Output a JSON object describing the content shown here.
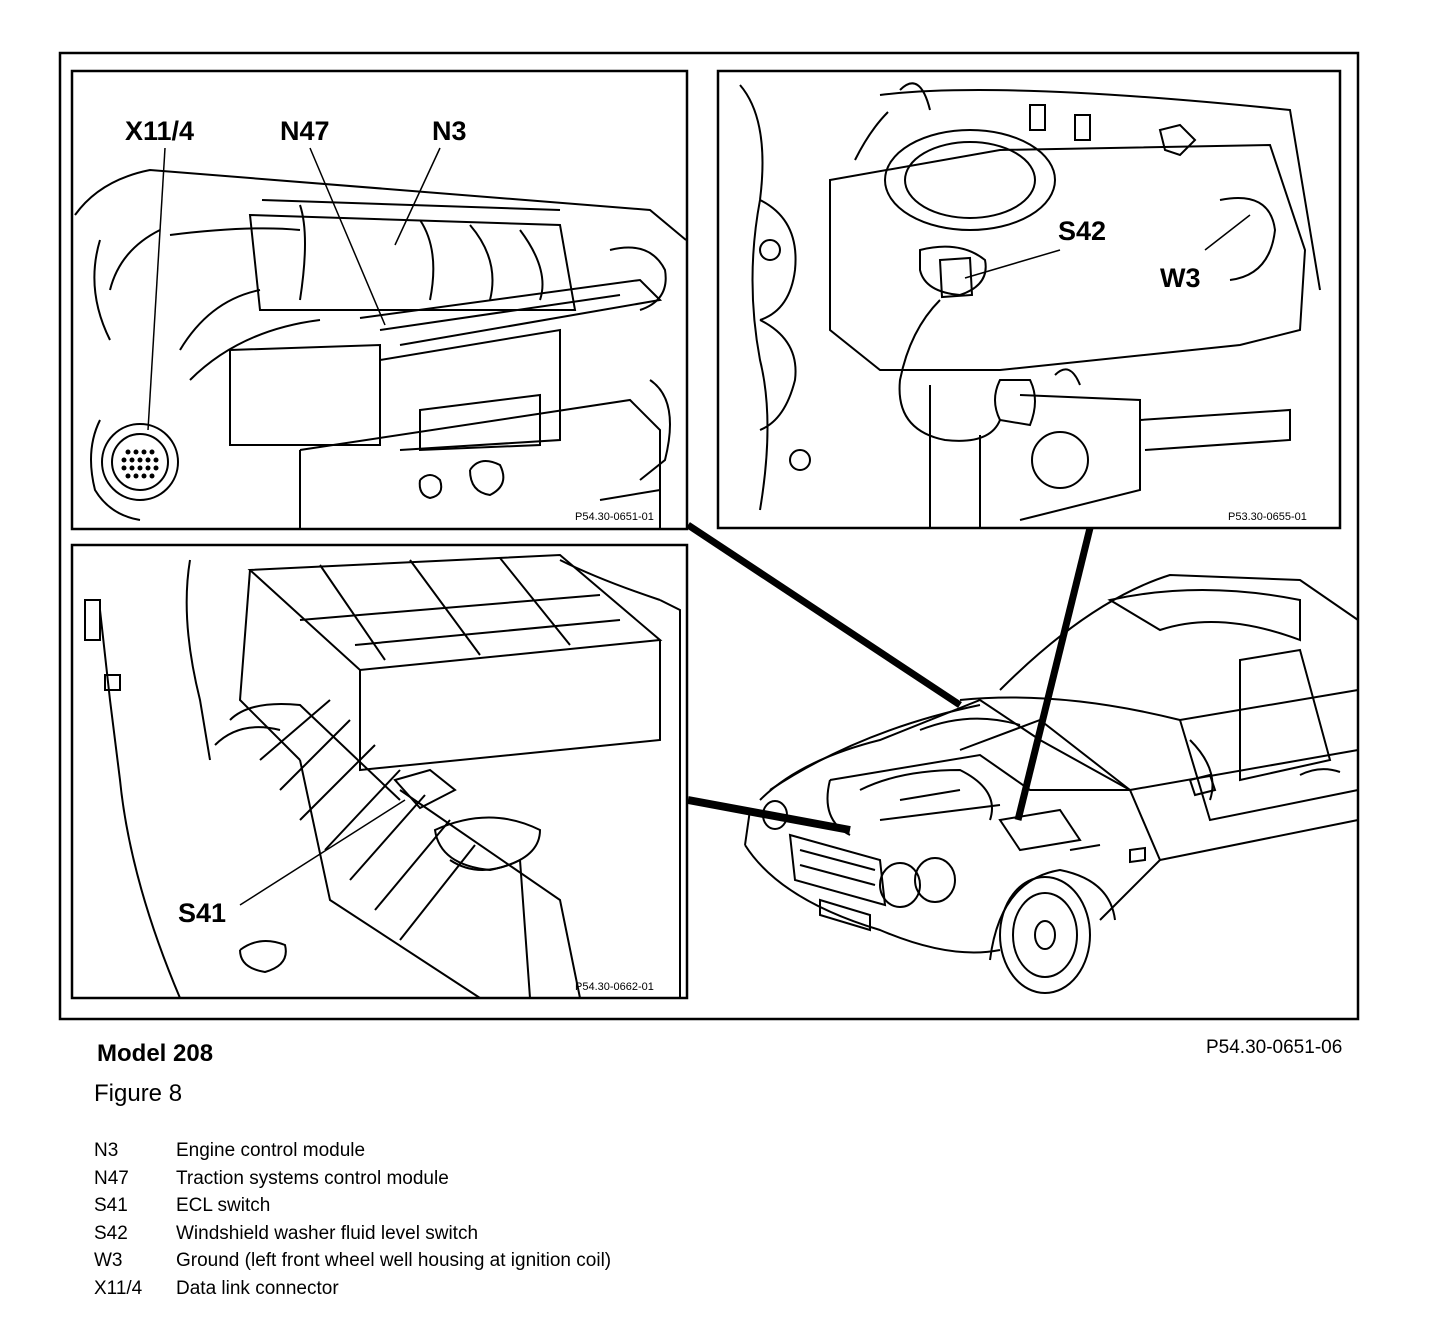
{
  "callouts": {
    "x11_4": "X11/4",
    "n47": "N47",
    "n3": "N3",
    "s42": "S42",
    "w3": "W3",
    "s41": "S41"
  },
  "panel_refs": {
    "top_left": "P54.30-0651-01",
    "top_right": "P53.30-0655-01",
    "bottom_left": "P54.30-0662-01"
  },
  "caption": {
    "model": "Model 208",
    "figure": "Figure 8",
    "reference": "P54.30-0651-06"
  },
  "legend": [
    {
      "code": "N3",
      "text": "Engine control module"
    },
    {
      "code": "N47",
      "text": "Traction systems control module"
    },
    {
      "code": "S41",
      "text": "ECL switch"
    },
    {
      "code": "S42",
      "text": "Windshield washer fluid level switch"
    },
    {
      "code": "W3",
      "text": "Ground (left front wheel well housing at ignition coil)"
    },
    {
      "code": "X11/4",
      "text": "Data link connector"
    }
  ],
  "colors": {
    "ink": "#000000",
    "paper": "#ffffff"
  }
}
